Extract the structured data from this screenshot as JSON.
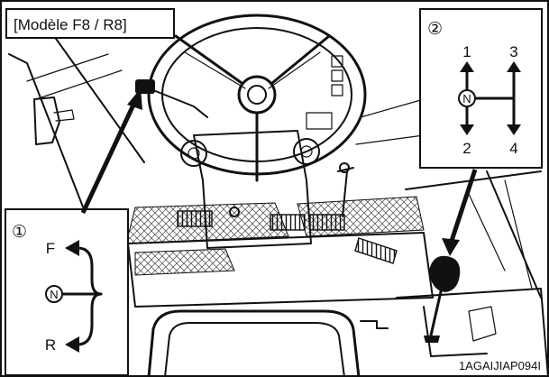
{
  "title": "[Modèle F8 / R8]",
  "image_code": "1AGAIJIAP094I",
  "inset_shuttle": {
    "number": "①",
    "forward": "F",
    "neutral": "N",
    "reverse": "R"
  },
  "inset_gear": {
    "number": "②",
    "g1": "1",
    "g2": "2",
    "g3": "3",
    "g4": "4",
    "neutral": "N"
  }
}
